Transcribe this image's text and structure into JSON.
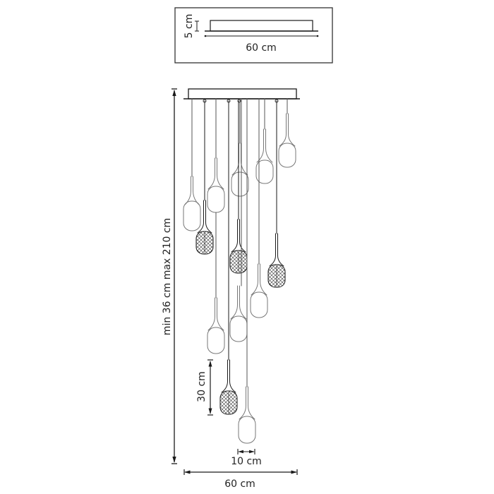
{
  "top_view": {
    "height_label": "5 cm",
    "width_label": "60 cm"
  },
  "main_view": {
    "total_height_label": "min 36 cm max 210 cm",
    "shade_height_label": "30 cm",
    "shade_width_label": "10 cm",
    "canopy_width_label": "60 cm"
  },
  "colors": {
    "line": "#1a1a1a",
    "glass": "#777777",
    "background": "#ffffff"
  }
}
